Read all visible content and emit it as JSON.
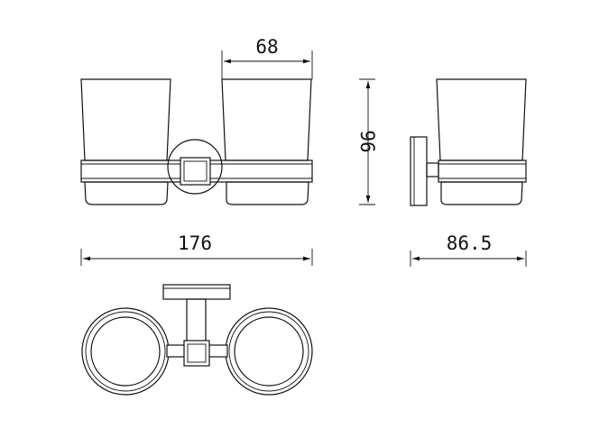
{
  "dimensions": {
    "cup_width": "68",
    "height": "96",
    "total_width": "176",
    "depth": "86.5"
  },
  "colors": {
    "line": "#111111",
    "background": "#ffffff"
  }
}
